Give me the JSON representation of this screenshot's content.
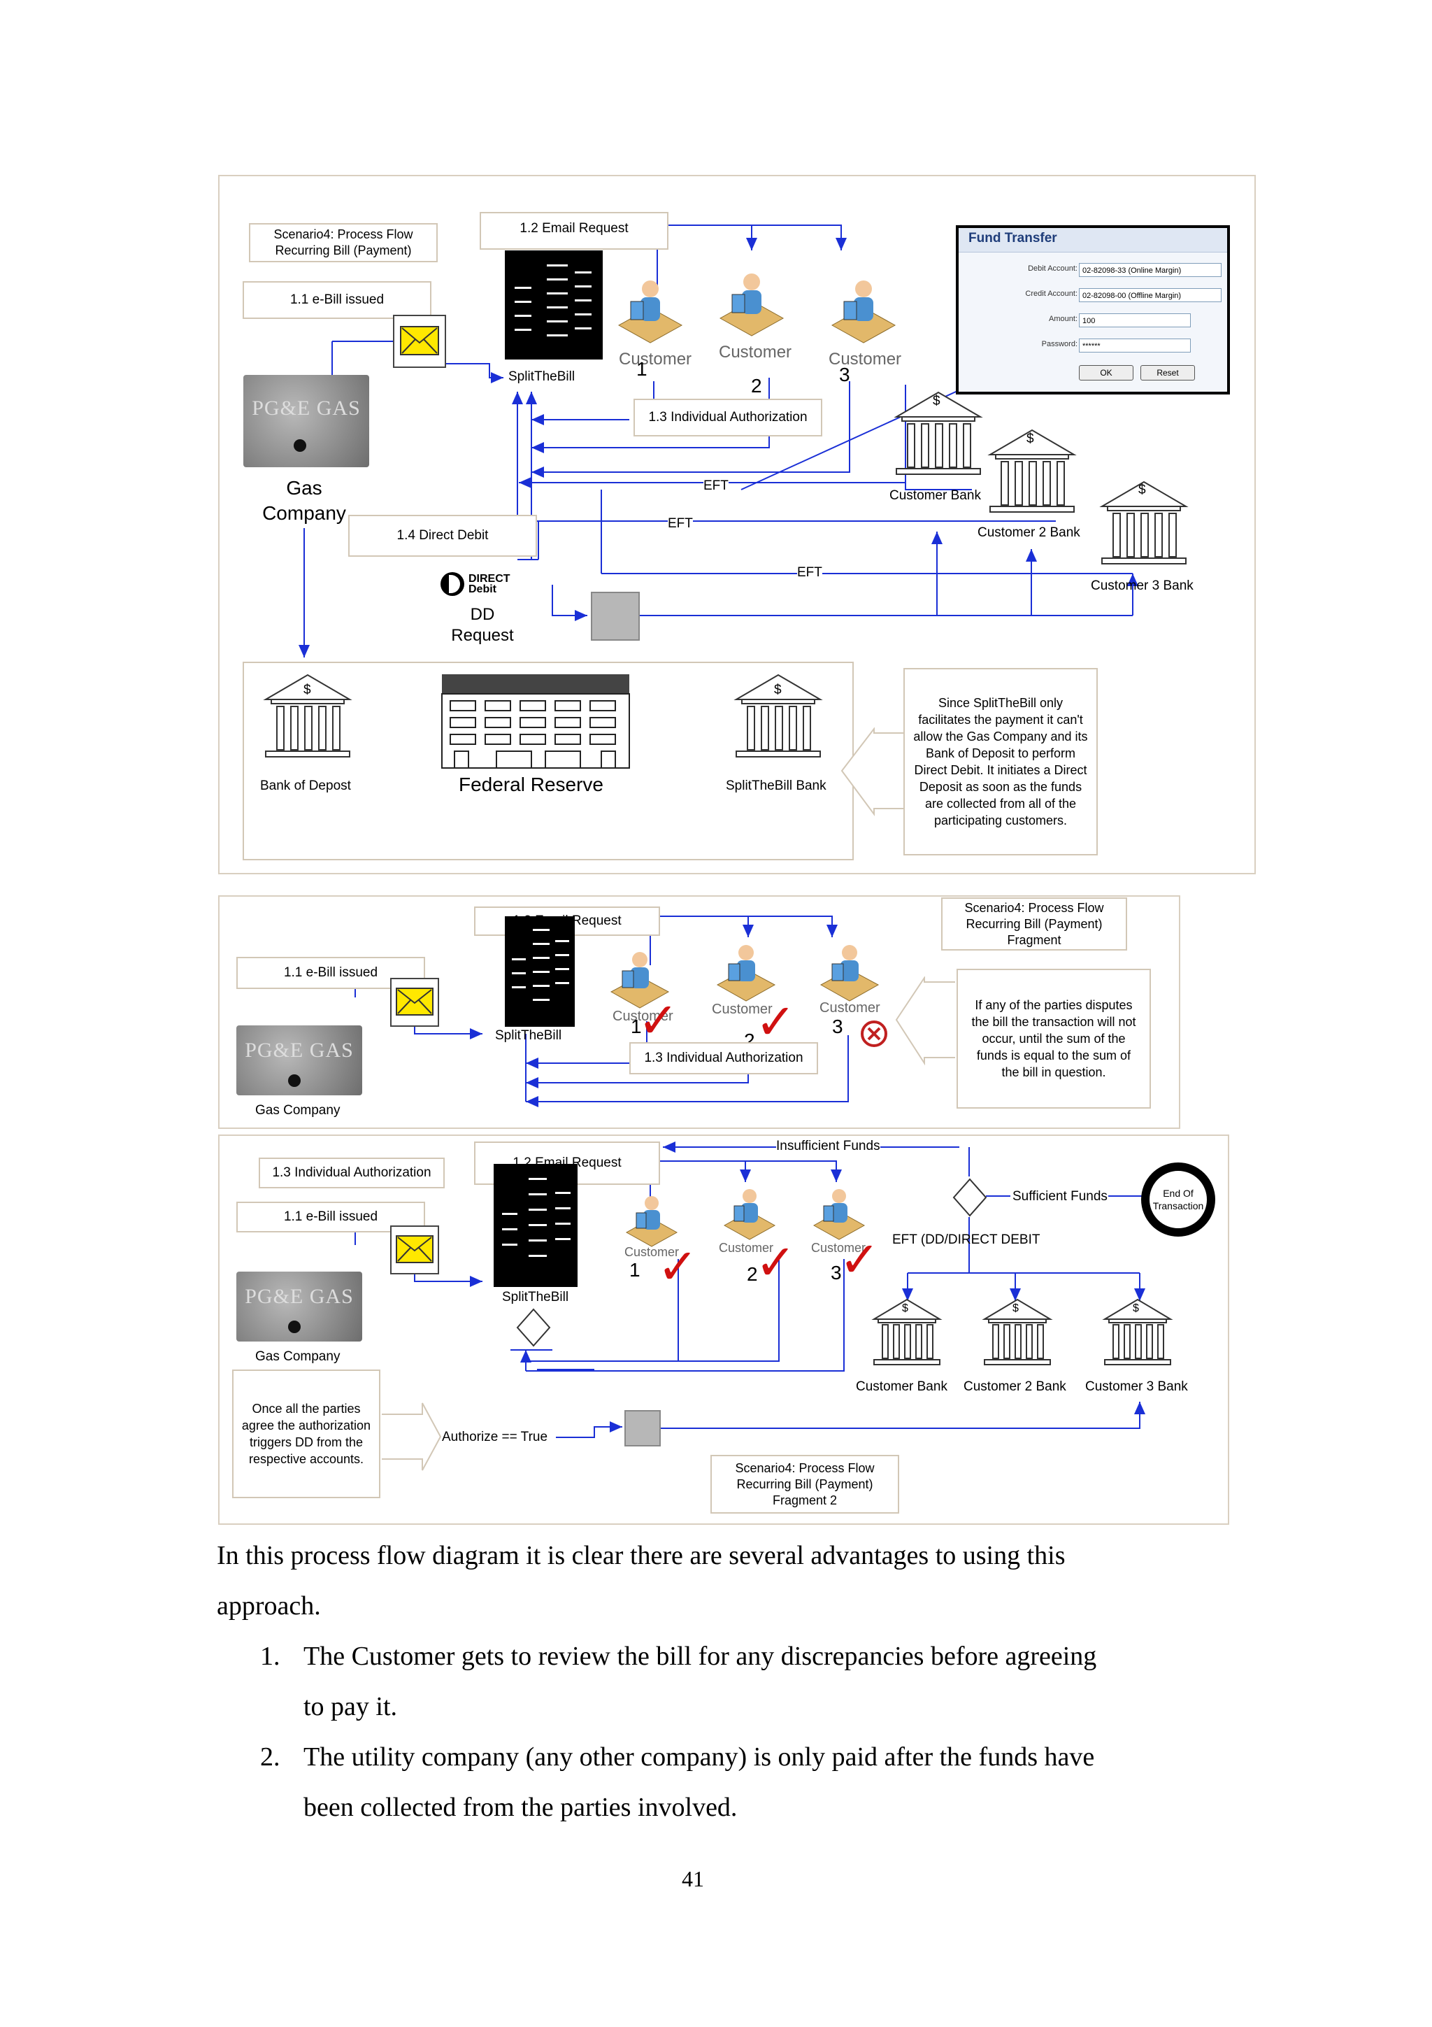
{
  "panel1": {
    "title_box": "Scenario4: Process Flow Recurring Bill (Payment)",
    "email_request": "1.2 Email Request",
    "ebill_issued": "1.1 e-Bill issued",
    "meter_text": "PG&E GAS",
    "gas_company": "Gas Company",
    "splitthebill": "SplitTheBill",
    "customer_word": "Customer",
    "customer_nums": [
      "1",
      "2",
      "3"
    ],
    "individual_auth": "1.3 Individual Authorization",
    "direct_debit": "1.4 Direct Debit",
    "eft": "EFT",
    "dd_logo": "DIRECT Debit",
    "dd_request": "DD Request",
    "dollar": "$",
    "customer_bank": "Customer Bank",
    "customer2_bank": "Customer 2 Bank",
    "customer3_bank": "Customer 3 Bank",
    "bank_of_deposit": "Bank of Depost",
    "federal_reserve": "Federal Reserve",
    "splitthebill_bank": "SplitTheBill Bank",
    "note": "Since SplitTheBill only facilitates the payment it can't allow the Gas Company and its Bank of Deposit to perform Direct Debit. It initiates a Direct Deposit as soon as the funds are collected from all of the participating customers.",
    "fund_transfer": {
      "title": "Fund Transfer",
      "debit_label": "Debit Account:",
      "debit_value": "02-82098-33 (Online Margin)",
      "credit_label": "Credit Account:",
      "credit_value": "02-82098-00 (Offline Margin)",
      "amount_label": "Amount:",
      "amount_value": "100",
      "password_label": "Password:",
      "password_value": "******",
      "ok": "OK",
      "reset": "Reset"
    }
  },
  "panel2": {
    "title_box": "Scenario4: Process Flow Recurring Bill (Payment) Fragment",
    "email_request": "1.2 Email Request",
    "ebill_issued": "1.1 e-Bill issued",
    "gas_company": "Gas Company",
    "splitthebill": "SplitTheBill",
    "individual_auth": "1.3 Individual Authorization",
    "note": "If any of the parties disputes the bill the transaction will not occur, until the sum of the funds is equal to the sum of the bill in question."
  },
  "panel3": {
    "individual_auth": "1.3 Individual Authorization",
    "email_request": "1.2 Email Request",
    "ebill_issued": "1.1 e-Bill issued",
    "insufficient": "Insufficient Funds",
    "sufficient": "Sufficient Funds",
    "end_tx": "End Of Transaction",
    "eft_dd": "EFT (DD/DIRECT DEBIT",
    "gas_company": "Gas Company",
    "splitthebill": "SplitTheBill",
    "customer_bank": "Customer Bank",
    "customer2_bank": "Customer 2 Bank",
    "customer3_bank": "Customer 3 Bank",
    "note": "Once all the parties agree the authorization triggers DD from the respective accounts.",
    "authorize": "Authorize == True",
    "title_box": "Scenario4: Process Flow Recurring Bill (Payment) Fragment 2"
  },
  "text": {
    "intro": "In this process flow diagram it is clear there are several advantages to using this",
    "intro2": "approach.",
    "item1_num": "1.",
    "item1_a": "The Customer gets to review the bill for any discrepancies before agreeing",
    "item1_b": "to pay it.",
    "item2_num": "2.",
    "item2_a": "The utility company (any other company) is only paid after the funds have",
    "item2_b": "been collected from the parties involved.",
    "page_number": "41"
  }
}
